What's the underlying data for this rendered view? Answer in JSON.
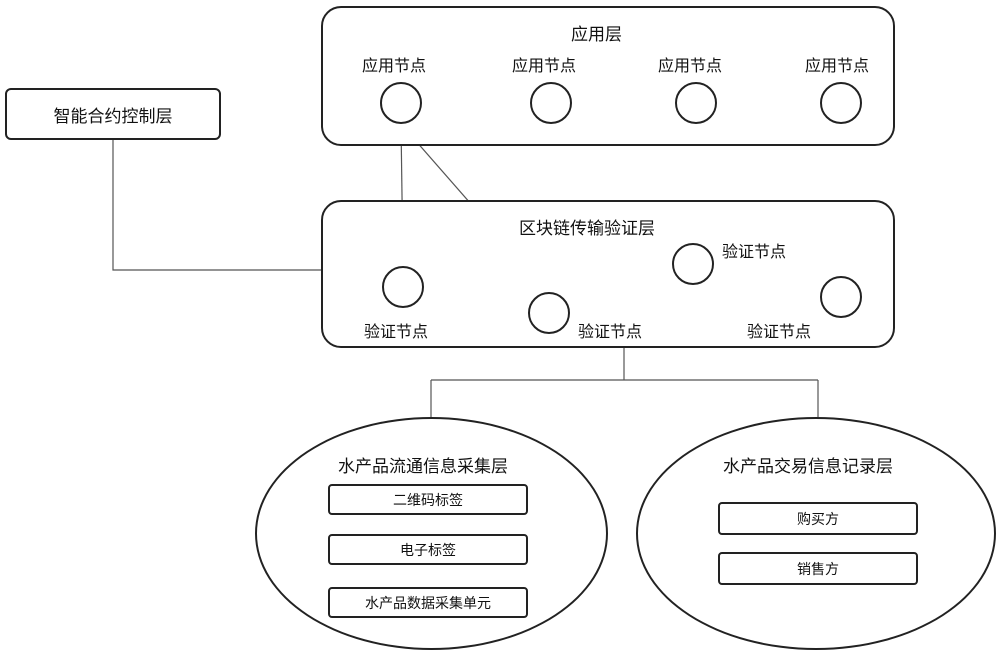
{
  "smart_contract_layer": {
    "label": "智能合约控制层"
  },
  "application_layer": {
    "title": "应用层",
    "nodes": [
      "应用节点",
      "应用节点",
      "应用节点",
      "应用节点"
    ]
  },
  "blockchain_layer": {
    "title": "区块链传输验证层",
    "nodes": [
      "验证节点",
      "验证节点",
      "验证节点",
      "验证节点"
    ]
  },
  "circulation_layer": {
    "title": "水产品流通信息采集层",
    "items": [
      "二维码标签",
      "电子标签",
      "水产品数据采集单元"
    ]
  },
  "transaction_layer": {
    "title": "水产品交易信息记录层",
    "items": [
      "购买方",
      "销售方"
    ]
  }
}
